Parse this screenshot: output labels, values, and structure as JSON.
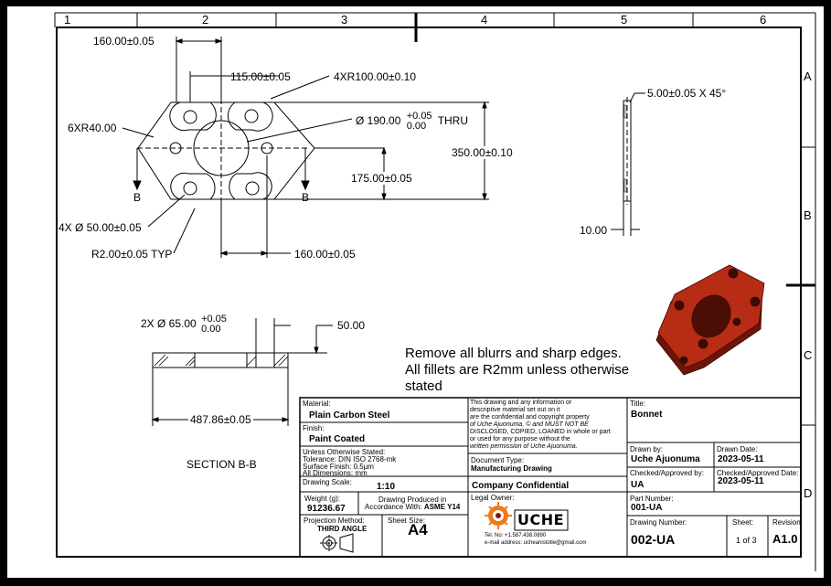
{
  "zones": {
    "columns": [
      "1",
      "2",
      "3",
      "4",
      "5",
      "6"
    ],
    "rows": [
      "A",
      "B",
      "C",
      "D"
    ]
  },
  "top_view": {
    "dims": {
      "d160_top": "160.00±0.05",
      "d115": "115.00±0.05",
      "r100": "4XR100.00±0.10",
      "r40": "6XR40.00",
      "thru_prefix": "Ø 190.00",
      "thru_tol_upper": "+0.05",
      "thru_tol_lower": "0.00",
      "thru_suffix": "THRU",
      "d350": "350.00±0.10",
      "d175": "175.00±0.05",
      "holes": "4X Ø 50.00±0.05",
      "r2": "R2.00±0.05 TYP",
      "d160_bottom": "160.00±0.05"
    },
    "section_marks": [
      "B",
      "B"
    ]
  },
  "side_view": {
    "chamfer": "5.00±0.05 X 45°",
    "thickness": "10.00"
  },
  "section_view": {
    "holes_prefix": "2X Ø 65.00",
    "holes_tol_upper": "+0.05",
    "holes_tol_lower": "0.00",
    "depth": "50.00",
    "width": "487.86±0.05",
    "caption": "SECTION B-B"
  },
  "notes": [
    "Remove all blurrs and sharp edges.",
    "All fillets are R2mm unless otherwise",
    "stated"
  ],
  "title_block": {
    "material_label": "Material:",
    "material": "Plain Carbon Steel",
    "finish_label": "Finish:",
    "finish": "Paint Coated",
    "unless_stated": "Unless Otherwise Stated:",
    "tolerance": "Tolerance: DIN ISO 2768-mk",
    "surface": "Surface Finish: 0.5µm",
    "all_dims": "All Dimensions: mm",
    "scale_label": "Drawing Scale:",
    "scale": "1:10",
    "weight_label": "Weight (g):",
    "weight": "91236.67",
    "produced_line1": "Drawing Produced in",
    "produced_line2_prefix": "Accordance With: ",
    "produced_std": "ASME Y14",
    "projection_label": "Projection Method:",
    "projection": "THIRD ANGLE",
    "sheet_size_label": "Sheet Size:",
    "sheet_size": "A4",
    "confidential_lines": [
      "This drawing and any information or",
      "descriptive material set out on it",
      "are the confidential and copyright property",
      "of Uche Ajuonuma, © and MUST NOT BE",
      "DISCLOSED, COPIED, LOANED in whole or part",
      "or used for any purpose without the",
      "written permission of Uche Ajuonuma."
    ],
    "doc_type_label": "Document Type:",
    "doc_type": "Manufacturing Drawing",
    "company_confidential": "Company Confidential",
    "legal_owner_label": "Legal Owner:",
    "logo_text": "UCHE",
    "tel": "Tel. No: +1.587.438.0890",
    "email": "e-mail address: ucheanistotle@gmail.com",
    "title_label": "Title:",
    "title": "Bonnet",
    "drawn_by_label": "Drawn by:",
    "drawn_by": "Uche Ajuonuma",
    "drawn_date_label": "Drawn Date:",
    "drawn_date": "2023-05-11",
    "checked_by_label": "Checked/Approved by:",
    "checked_by": "UA",
    "checked_date_label": "Checked/Approved Date:",
    "checked_date": "2023-05-11",
    "part_number_label": "Part Number:",
    "part_number": "001-UA",
    "drawing_number_label": "Drawing Number:",
    "drawing_number": "002-UA",
    "sheet_label": "Sheet:",
    "sheet": "1 of 3",
    "revision_label": "Revision:",
    "revision": "A1.0"
  },
  "colors": {
    "part_red": "#b62c14",
    "part_dark": "#6e1408",
    "logo_orange": "#f07a1a"
  }
}
